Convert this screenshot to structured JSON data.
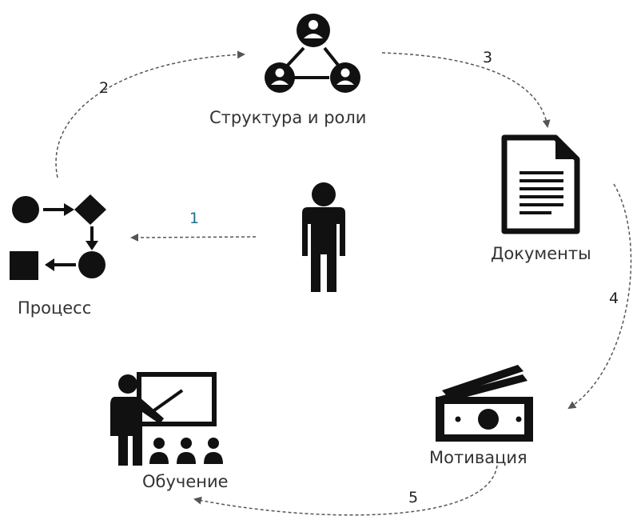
{
  "nodes": {
    "structure": {
      "label": "Структура и роли"
    },
    "documents": {
      "label": "Документы"
    },
    "motivation": {
      "label": "Мотивация"
    },
    "training": {
      "label": "Обучение"
    },
    "process": {
      "label": "Процесс"
    }
  },
  "steps": [
    "1",
    "2",
    "3",
    "4",
    "5"
  ],
  "colors": {
    "icon": "#111111",
    "arrow": "#555555",
    "step1": "#1f6f8b",
    "step": "#222222"
  }
}
